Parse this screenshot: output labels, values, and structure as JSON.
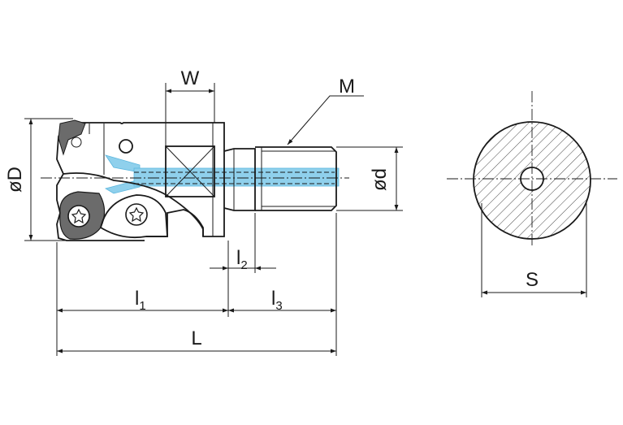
{
  "labels": {
    "width": "W",
    "thread": "M",
    "cutting_diameter": "øD",
    "shank_diameter": "ød",
    "length_1": "l",
    "length_1_sub": "1",
    "length_2": "l",
    "length_2_sub": "2",
    "length_3": "l",
    "length_3_sub": "3",
    "overall_length": "L",
    "wrench_flat": "S"
  },
  "colors": {
    "line": "#1a1a1a",
    "coolant": "#8fd0ec",
    "coolant_edge": "#5bb6de",
    "insert": "#6b6b6b",
    "hatch": "#1a1a1a"
  },
  "icons": [
    "torx-screw-icon",
    "torx-screw-icon"
  ]
}
